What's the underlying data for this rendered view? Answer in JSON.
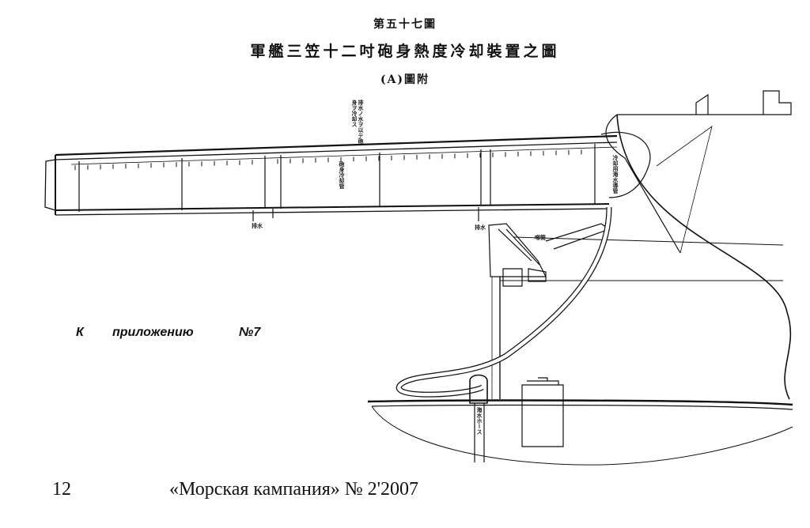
{
  "header": {
    "figure_number": "第五十七圖",
    "title": "軍艦三笠十二吋砲身熱度冷却裝置之圖",
    "subtitle": "(A)圖附"
  },
  "drawing_labels": {
    "annotation_left": "排水ノ水ヲ以テ砲身ヲ冷却ス",
    "annotation_left_2": "砲身冷却管",
    "annotation_right": "冷却用海水導管",
    "annotation_hose": "海水ホース",
    "annotation_mid": "排水",
    "annotation_front": "排水",
    "annotation_pump": "喞筒"
  },
  "caption": {
    "k": "К",
    "word": "приложению",
    "number": "№7"
  },
  "footer": {
    "page_number": "12",
    "journal": "«Морская кампания» № 2'2007"
  },
  "colors": {
    "ink": "#111111",
    "paper": "#ffffff"
  }
}
